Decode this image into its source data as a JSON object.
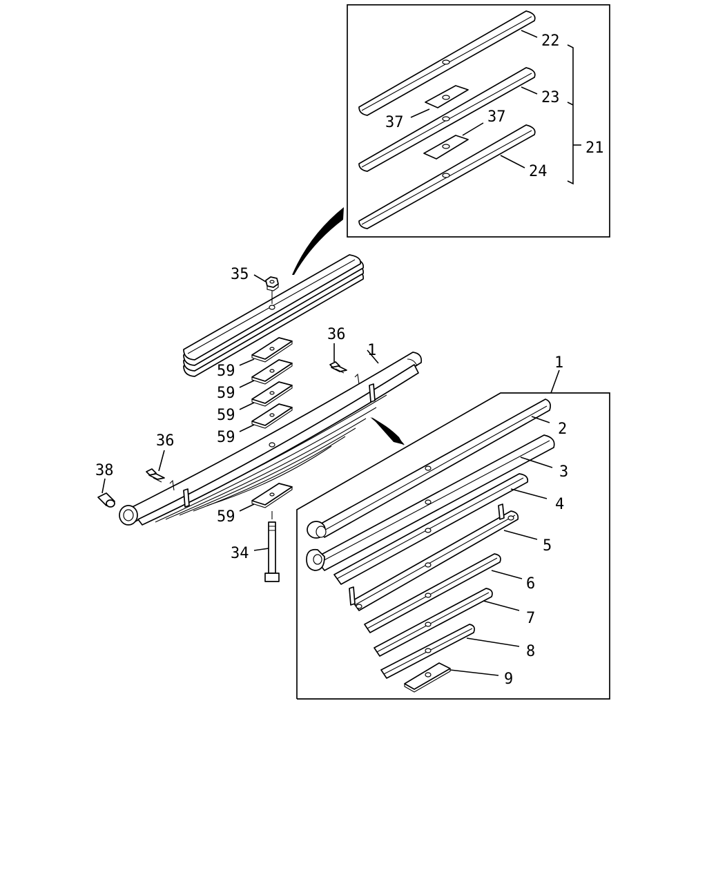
{
  "callouts": {
    "c1_main": "1",
    "c1_detail": "1",
    "c2": "2",
    "c3": "3",
    "c4": "4",
    "c5": "5",
    "c6": "6",
    "c7": "7",
    "c8": "8",
    "c9": "9",
    "c21": "21",
    "c22": "22",
    "c23": "23",
    "c24": "24",
    "c34": "34",
    "c35": "35",
    "c36_top": "36",
    "c36_left": "36",
    "c37_left": "37",
    "c37_right": "37",
    "c38": "38",
    "c59_a": "59",
    "c59_b": "59",
    "c59_c": "59",
    "c59_d": "59",
    "c59_e": "59"
  }
}
